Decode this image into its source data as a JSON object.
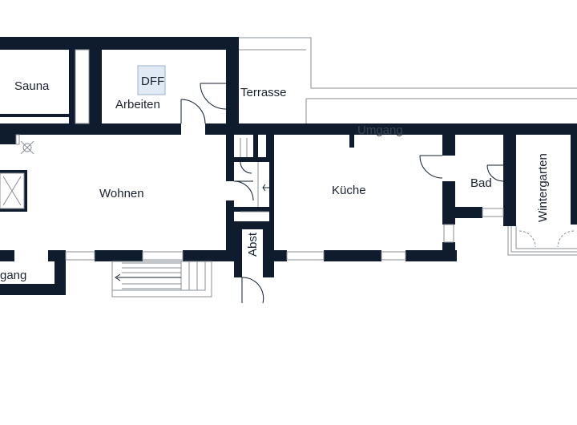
{
  "rooms": {
    "sauna": "Sauna",
    "arbeiten": "Arbeiten",
    "dff": "DFF",
    "terrasse": "Terrasse",
    "umgang": "Umgang",
    "wohnen": "Wohnen",
    "kueche": "Küche",
    "bad": "Bad",
    "wintergarten": "Wintergarten",
    "abst": "Abst",
    "eingang_partial": "gang"
  },
  "colors": {
    "wall": "#0f1c2d",
    "dff_fill": "#dfeaf5"
  }
}
